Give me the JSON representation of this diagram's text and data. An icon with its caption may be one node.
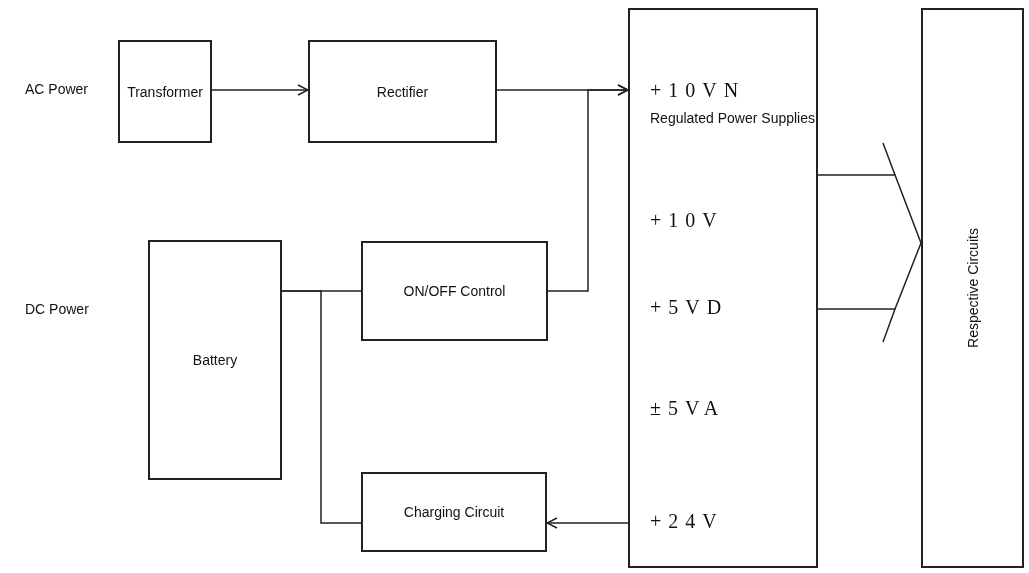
{
  "diagram": {
    "nodes": [
      {
        "text": [
          "Transformer"
        ]
      },
      {
        "text": [
          "Rectifier"
        ]
      },
      {
        "text": [
          "+10VN",
          "Regulated Power Supplies",
          "+10V",
          "+5VD",
          "±5VA",
          "+24V"
        ]
      },
      {
        "text": [
          "Respective Circuits"
        ]
      },
      {
        "text": [
          "Battery"
        ]
      },
      {
        "text": [
          "ON/OFF Control"
        ]
      },
      {
        "text": [
          "Charging Circuit"
        ]
      }
    ],
    "edges": [
      {
        "from": 0,
        "to": 1,
        "arrow": "to"
      },
      {
        "from": 1,
        "to": 2,
        "arrow": "to"
      },
      {
        "from": 5,
        "to": 2,
        "arrow": "to"
      },
      {
        "from": 4,
        "to": 5,
        "arrow": "none"
      },
      {
        "from": 4,
        "to": 6,
        "arrow": "none"
      },
      {
        "from": 2,
        "to": 6,
        "arrow": "to"
      },
      {
        "from": 2,
        "to": 3,
        "arrow": "none"
      },
      {
        "from": 2,
        "to": 3,
        "arrow": "none"
      }
    ],
    "labels": [
      "AC Power",
      "DC Power"
    ]
  }
}
